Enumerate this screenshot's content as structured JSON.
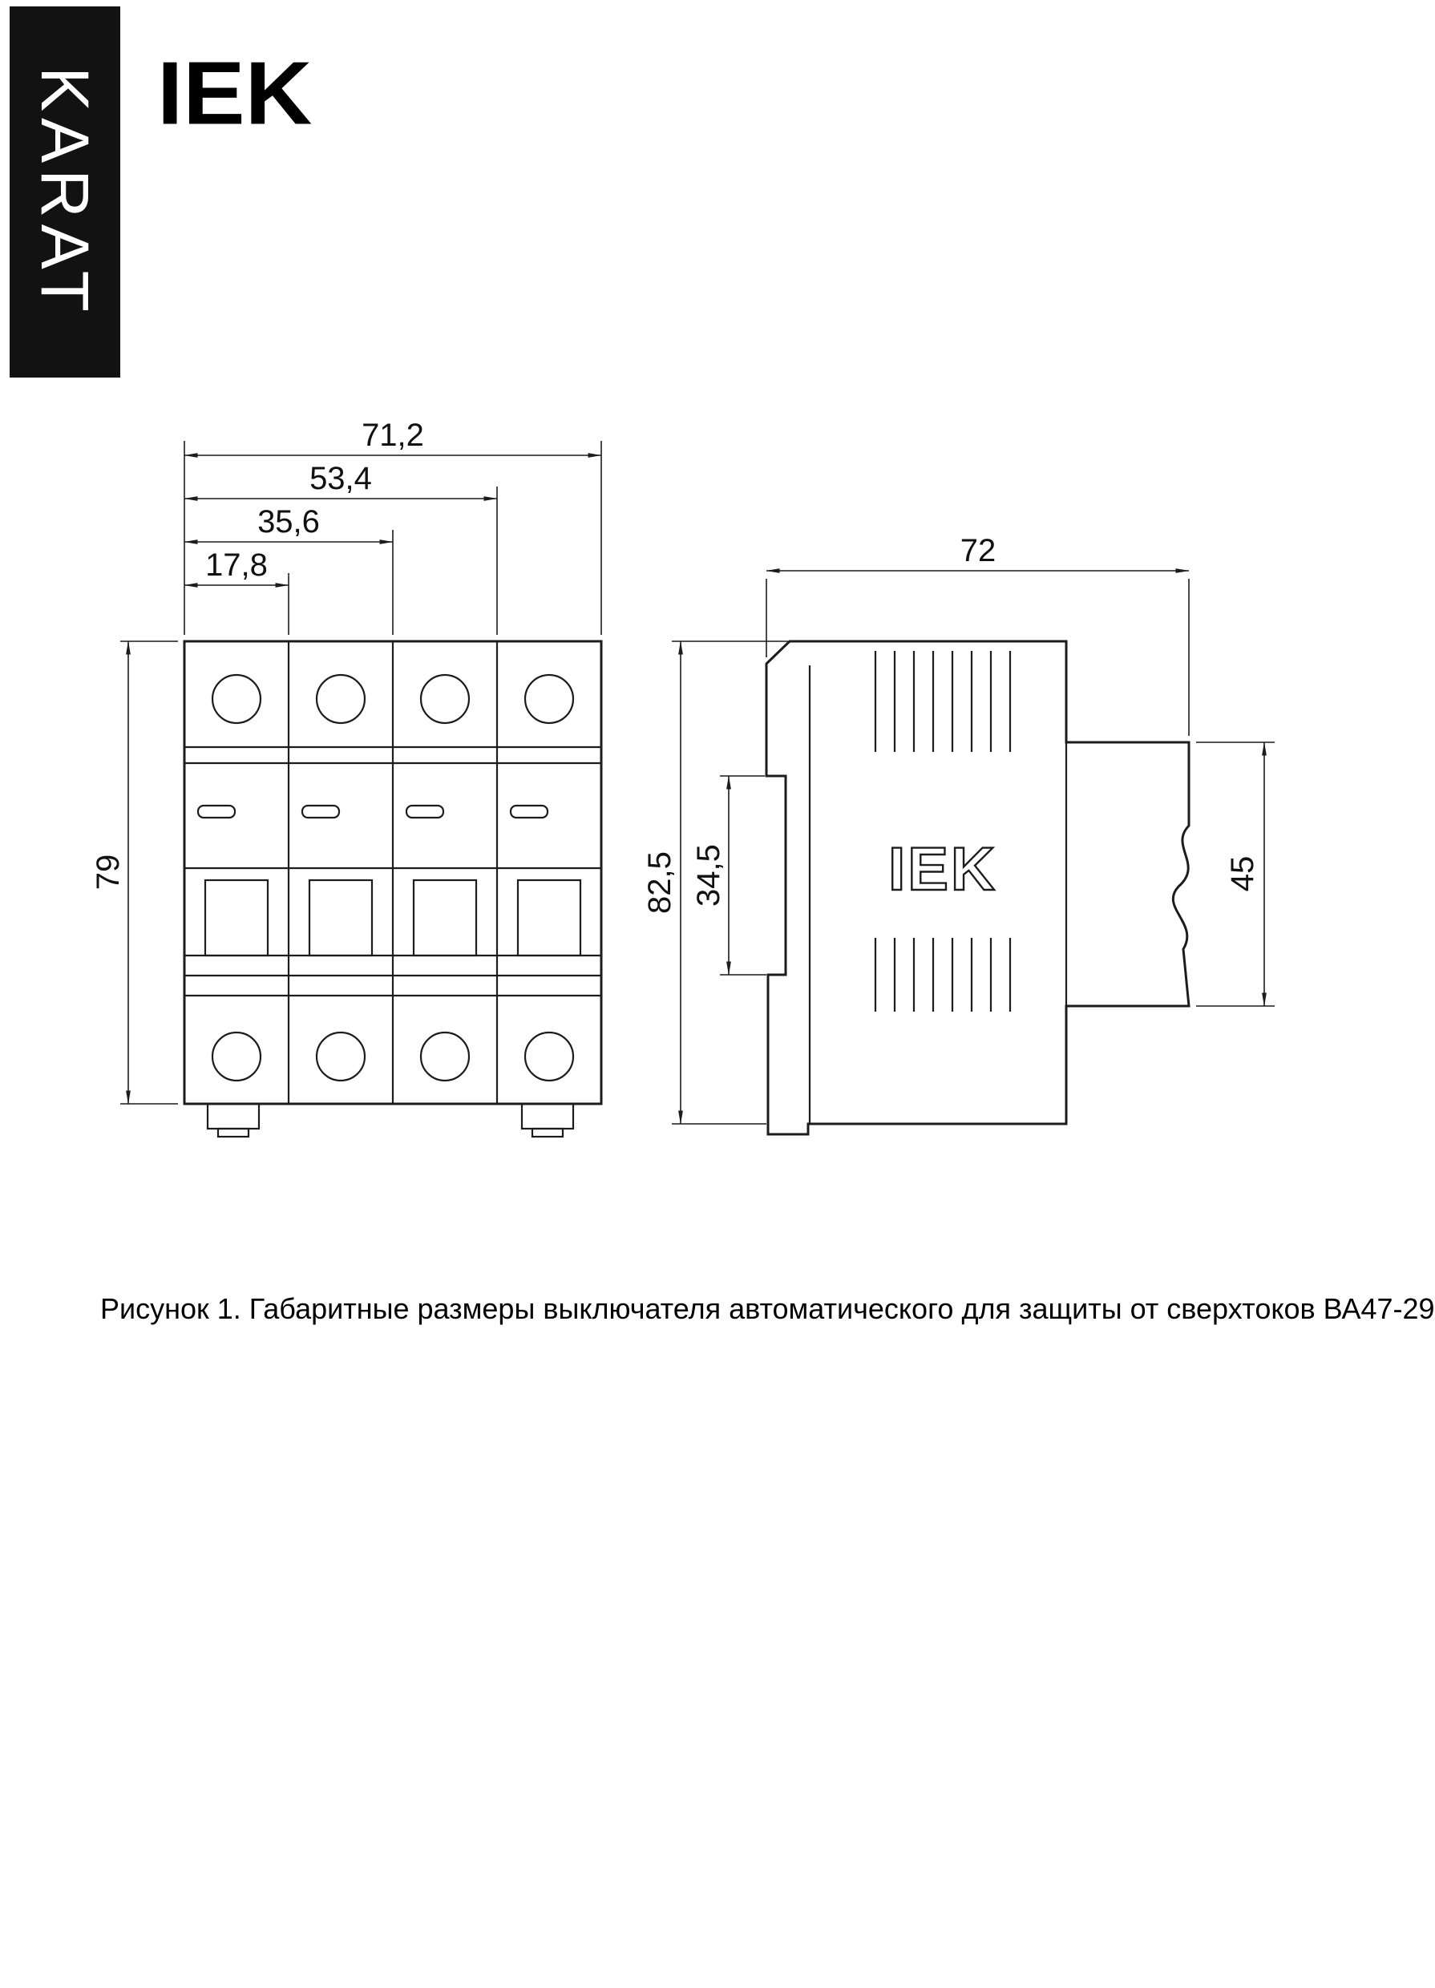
{
  "header": {
    "brand_vertical": "KARAT",
    "logo_text": "IEK"
  },
  "front_view": {
    "dim_width_total": "71,2",
    "dim_width_3poles": "53,4",
    "dim_width_2poles": "35,6",
    "dim_width_1pole": "17,8",
    "dim_height": "79"
  },
  "side_view": {
    "dim_depth": "72",
    "dim_height_total": "82,5",
    "dim_rail_recess": "34,5",
    "dim_front_height": "45",
    "logo_text": "IEK"
  },
  "figure": {
    "caption": "Рисунок 1. Габаритные размеры выключателя автоматического для защиты от сверхтоков ВА47-29"
  }
}
